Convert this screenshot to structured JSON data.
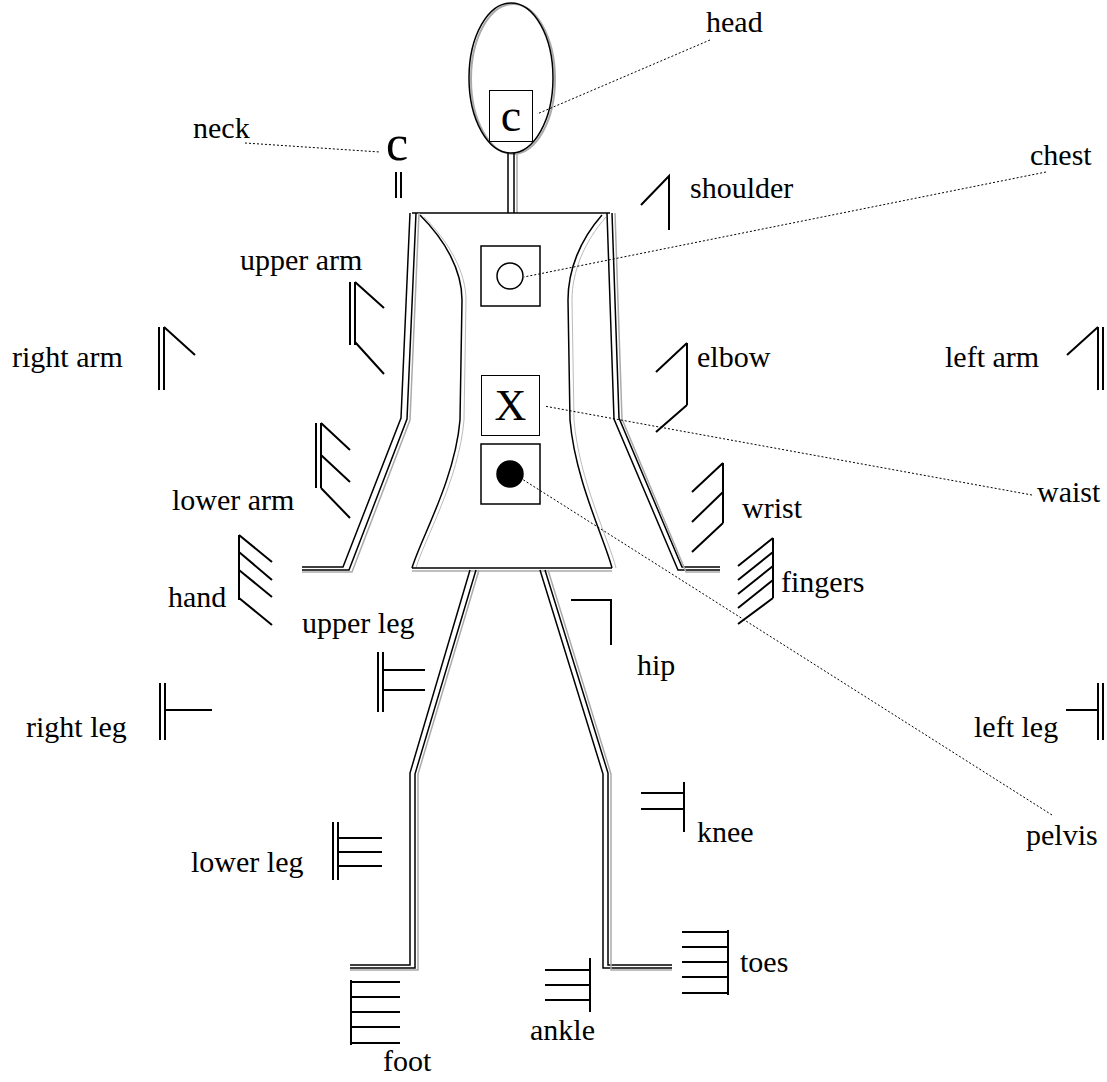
{
  "diagram": {
    "nodes": [
      {
        "text": [
          "c"
        ]
      },
      {
        "text": [
          "X"
        ]
      }
    ],
    "labels": [
      "head",
      "neck",
      "c",
      "shoulder",
      "chest",
      "upper arm",
      "right arm",
      "elbow",
      "left arm",
      "waist",
      "lower arm",
      "wrist",
      "hand",
      "fingers",
      "upper leg",
      "hip",
      "right leg",
      "left leg",
      "knee",
      "pelvis",
      "lower leg",
      "toes",
      "ankle",
      "foot"
    ]
  }
}
